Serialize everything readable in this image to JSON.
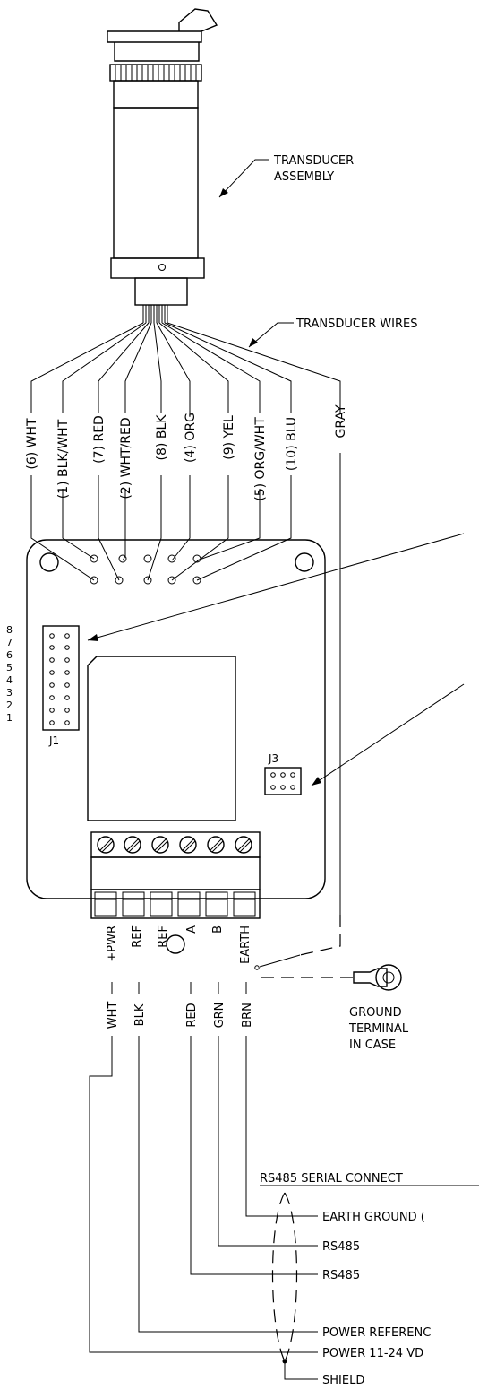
{
  "labels": {
    "transducer_assembly_line1": "TRANSDUCER",
    "transducer_assembly_line2": "ASSEMBLY",
    "transducer_wires": "TRANSDUCER WIRES",
    "j1": "J1",
    "j3": "J3",
    "ground_terminal_line1": "GROUND",
    "ground_terminal_line2": "TERMINAL",
    "ground_terminal_line3": "IN CASE",
    "rs485_header": "RS485 SERIAL CONNECT",
    "earth_ground": "EARTH GROUND (",
    "rs485_a": "RS485",
    "rs485_b": "RS485",
    "power_reference": "POWER REFERENC",
    "power_supply": "POWER 11-24 VD",
    "shield": "SHIELD"
  },
  "transducer_wires": [
    "(6) WHT",
    "(1) BLK/WHT",
    "(7) RED",
    "(2) WHT/RED",
    "(8) BLK",
    "(4) ORG",
    "(9) YEL",
    "(5) ORG/WHT",
    "(10) BLU",
    "GRAY"
  ],
  "j1_pin_numbers": [
    "8",
    "7",
    "6",
    "5",
    "4",
    "3",
    "2",
    "1"
  ],
  "terminal_block_labels": [
    "+PWR",
    "REF",
    "REF",
    "A",
    "B",
    "EARTH"
  ],
  "cable_wires": [
    "WHT",
    "BLK",
    "RED",
    "GRN",
    "BRN"
  ]
}
